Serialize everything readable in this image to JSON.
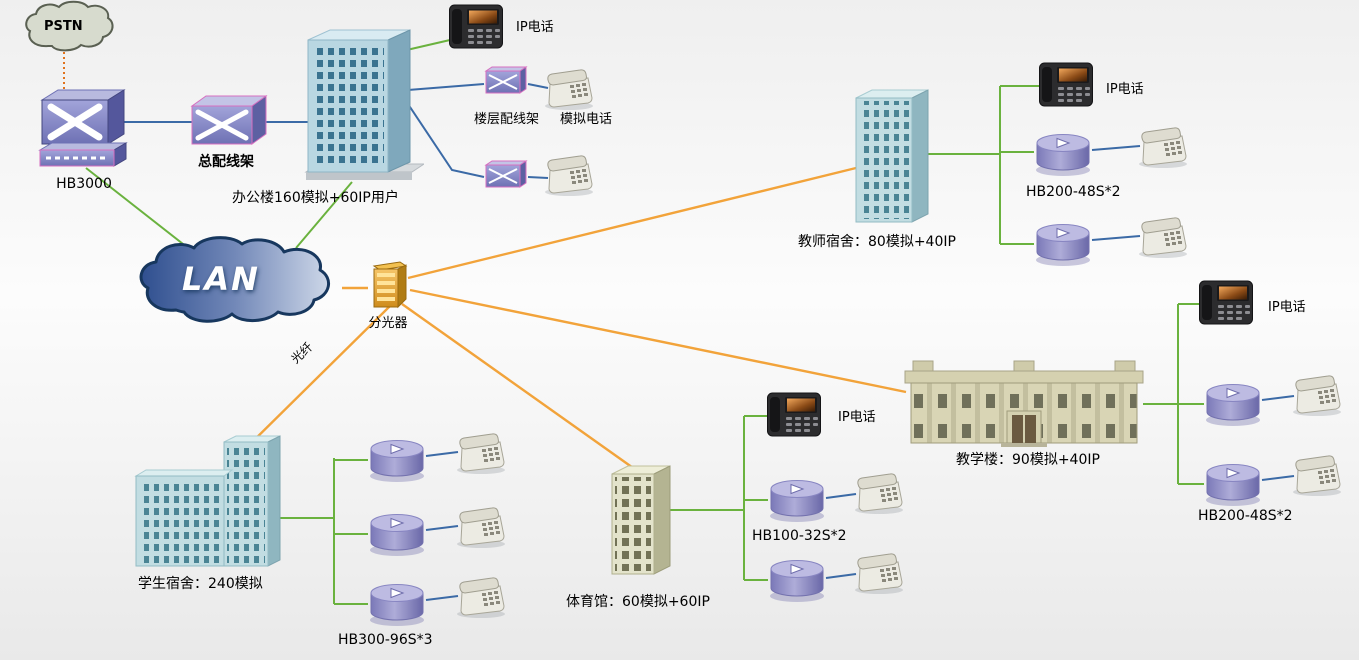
{
  "pstn": {
    "label": "PSTN"
  },
  "core": {
    "switch": "HB3000",
    "mdf": "总配线架",
    "lan": "LAN",
    "splitter": "分光器",
    "fiber": "光纤"
  },
  "office": {
    "label": "办公楼160模拟+60IP用户",
    "ip_phone": "IP电话",
    "floor_frame": "楼层配线架",
    "analog_phone": "模拟电话"
  },
  "teacher_dorm": {
    "label": "教师宿舍：80模拟+40IP",
    "ip_phone": "IP电话",
    "gateway": "HB200-48S*2"
  },
  "teaching_building": {
    "label": "教学楼：90模拟+40IP",
    "ip_phone": "IP电话",
    "gateway": "HB200-48S*2"
  },
  "student_dorm": {
    "label": "学生宿舍：240模拟",
    "gateway": "HB300-96S*3"
  },
  "gym": {
    "label": "体育馆：60模拟+60IP",
    "ip_phone": "IP电话",
    "gateway": "HB100-32S*2"
  },
  "colors": {
    "fiber_link": "#F2A33A",
    "lan_link": "#6AB23E",
    "voice_link": "#3B6AA6",
    "device_purple": "#8886C2",
    "splitter_orange": "#CF8C1C"
  }
}
